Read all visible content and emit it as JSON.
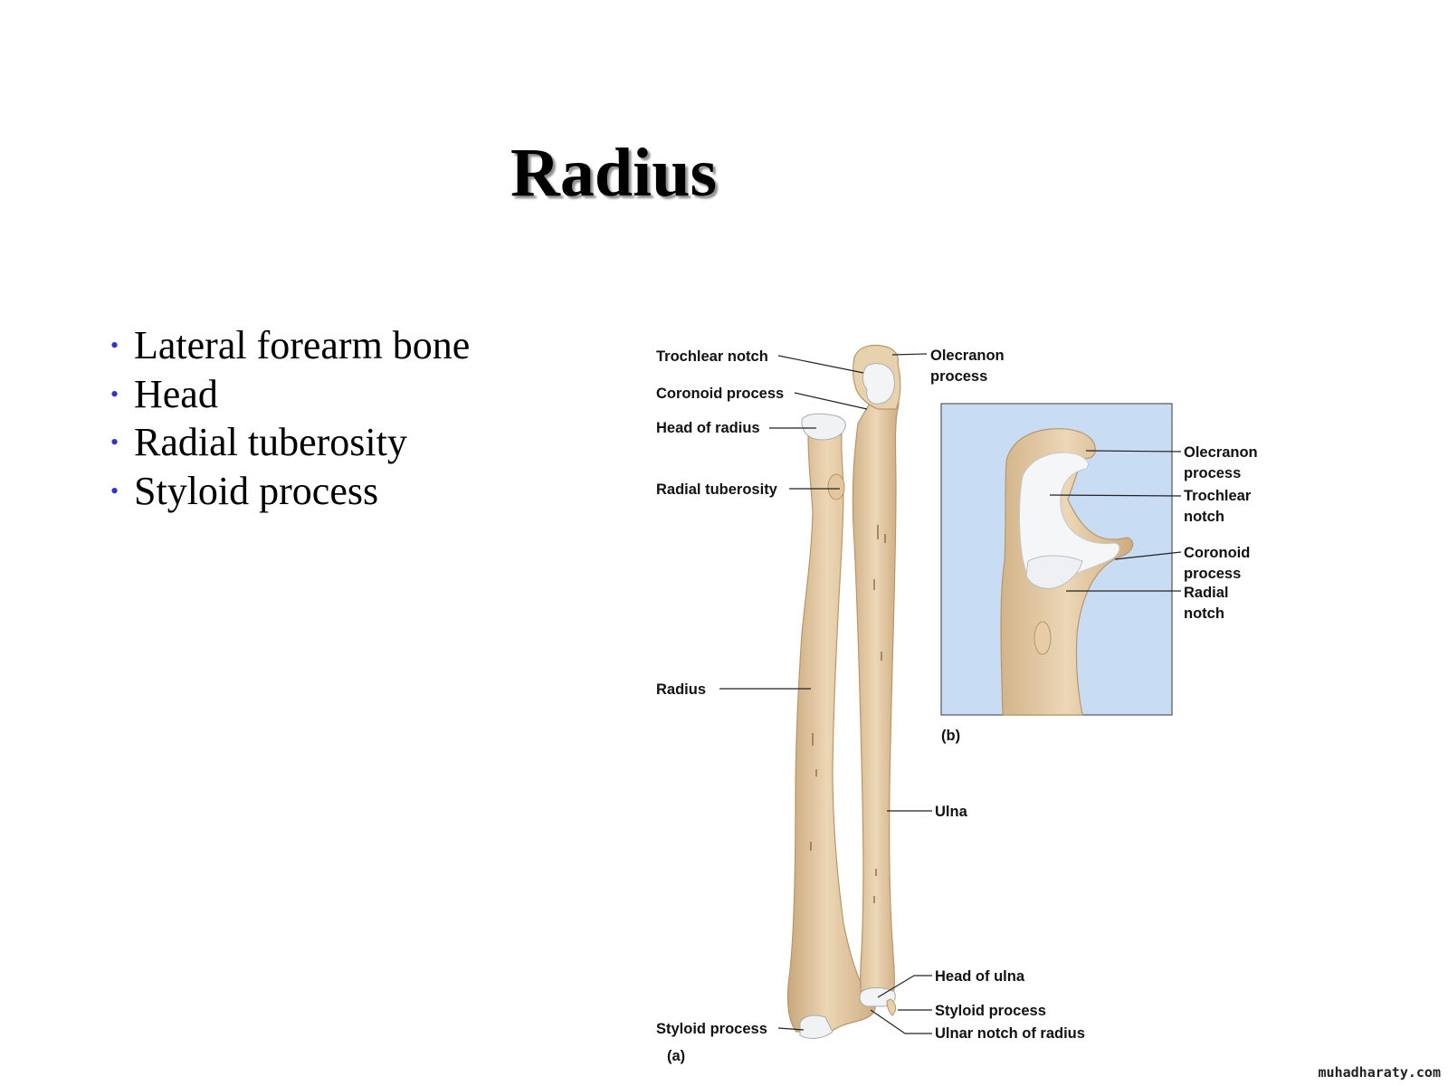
{
  "slide": {
    "title": "Radius",
    "bullets": [
      "Lateral forearm bone",
      "Head",
      "Radial tuberosity",
      "Styloid process"
    ]
  },
  "figure_a": {
    "panel_label": "(a)",
    "labels": {
      "trochlear_notch": "Trochlear notch",
      "coronoid_process": "Coronoid process",
      "head_of_radius": "Head of radius",
      "radial_tuberosity": "Radial tuberosity",
      "radius": "Radius",
      "styloid_process_radius": "Styloid process",
      "olecranon_line1": "Olecranon",
      "olecranon_line2": "process",
      "ulna": "Ulna",
      "head_of_ulna": "Head of ulna",
      "styloid_process_ulna": "Styloid process",
      "ulnar_notch_of_radius": "Ulnar notch of radius"
    }
  },
  "figure_b": {
    "panel_label": "(b)",
    "labels": {
      "olecranon_line1": "Olecranon",
      "olecranon_line2": "process",
      "trochlear_line1": "Trochlear",
      "trochlear_line2": "notch",
      "coronoid_line1": "Coronoid",
      "coronoid_line2": "process",
      "radial_line1": "Radial",
      "radial_line2": "notch"
    }
  },
  "watermark": "muhadharaty.com",
  "colors": {
    "bone": "#e6cda8",
    "bone_shade": "#c9a87c",
    "cartilage": "#f4f6f8",
    "inset_bg": "#c8dcf4",
    "bullet": "#3333cc"
  }
}
